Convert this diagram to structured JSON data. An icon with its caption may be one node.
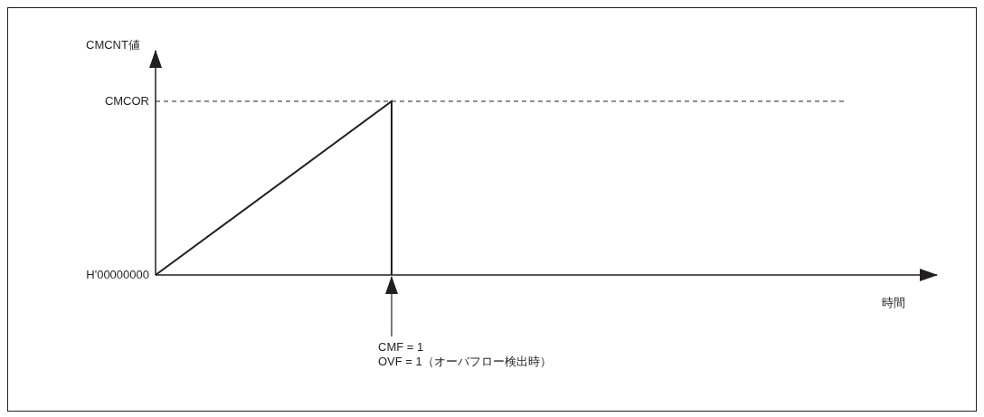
{
  "diagram": {
    "nodes": [
      {
        "text": [
          "CMF = 1",
          "OVF = 1（オーバフロー検出時）"
        ]
      },
      {
        "text": [],
        "shape": "line"
      }
    ],
    "edges": [
      {
        "from": 0,
        "to": 1,
        "arrow": "to"
      }
    ],
    "labels": [
      "CMCNT値",
      "CMCOR",
      "H'00000000",
      "時間"
    ]
  }
}
